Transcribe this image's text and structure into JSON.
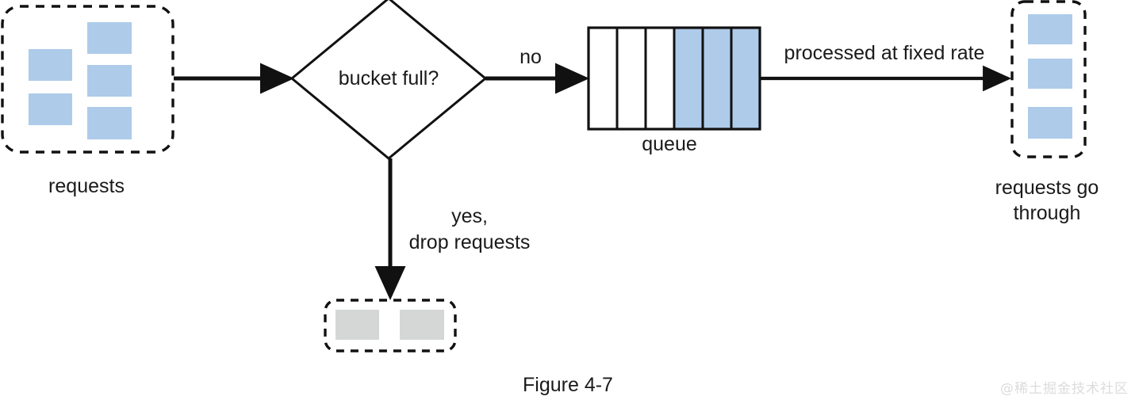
{
  "figure": {
    "caption": "Figure 4-7",
    "watermark": "@稀土掘金技术社区"
  },
  "colors": {
    "request_blue": "#aecbea",
    "dropped_gray": "#d5d7d7",
    "stroke": "#111111",
    "text": "#1a1a1a",
    "watermark": "#dcdcdc",
    "background": "#ffffff"
  },
  "nodes": {
    "incoming_requests": {
      "label": "requests",
      "shape": "dashed-rounded-box",
      "item_count": 5,
      "item_color": "#aecbea"
    },
    "decision": {
      "label": "bucket full?",
      "shape": "diamond"
    },
    "queue": {
      "label": "queue",
      "shape": "segmented-rectangle",
      "cells": 6,
      "filled_cells": 3,
      "fill_color": "#aecbea",
      "empty_color": "#ffffff"
    },
    "dropped_requests": {
      "label": "",
      "shape": "dashed-rounded-box",
      "item_count": 2,
      "item_color": "#d5d7d7"
    },
    "outgoing_requests": {
      "label": "requests go\nthrough",
      "label_line1": "requests go",
      "label_line2": "through",
      "shape": "dashed-rounded-box",
      "item_count": 3,
      "item_color": "#aecbea"
    }
  },
  "edges": {
    "requests_to_decision": {
      "label": ""
    },
    "decision_to_queue": {
      "label": "no"
    },
    "decision_to_dropped": {
      "label": "yes,\ndrop requests",
      "label_line1": "yes,",
      "label_line2": "drop requests"
    },
    "queue_to_output": {
      "label": "processed at fixed rate"
    }
  }
}
